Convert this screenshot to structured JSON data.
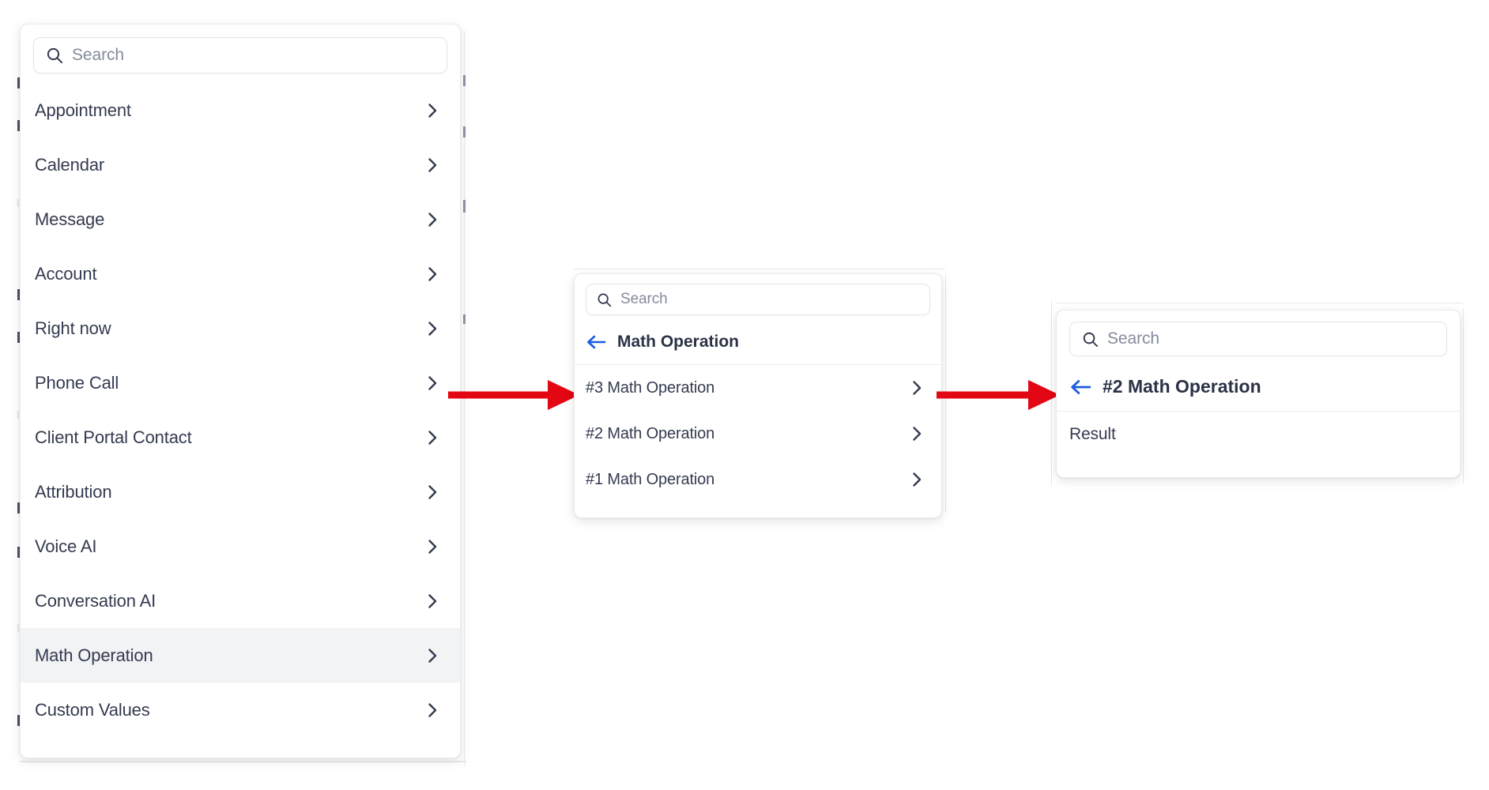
{
  "colors": {
    "accent_blue": "#1b5ce0",
    "arrow_red": "#e30613",
    "text_primary": "#343b50",
    "text_placeholder": "#848b9b",
    "panel_border": "#e9eaec",
    "row_selected_bg": "#f2f3f5"
  },
  "panel_menu": {
    "search": {
      "placeholder": "Search",
      "value": "",
      "icon": "search-icon"
    },
    "items": [
      {
        "label": "Appointment",
        "chevron": "chevron-right-icon",
        "selected": false
      },
      {
        "label": "Calendar",
        "chevron": "chevron-right-icon",
        "selected": false
      },
      {
        "label": "Message",
        "chevron": "chevron-right-icon",
        "selected": false
      },
      {
        "label": "Account",
        "chevron": "chevron-right-icon",
        "selected": false
      },
      {
        "label": "Right now",
        "chevron": "chevron-right-icon",
        "selected": false
      },
      {
        "label": "Phone Call",
        "chevron": "chevron-right-icon",
        "selected": false
      },
      {
        "label": "Client Portal Contact",
        "chevron": "chevron-right-icon",
        "selected": false
      },
      {
        "label": "Attribution",
        "chevron": "chevron-right-icon",
        "selected": false
      },
      {
        "label": "Voice AI",
        "chevron": "chevron-right-icon",
        "selected": false
      },
      {
        "label": "Conversation AI",
        "chevron": "chevron-right-icon",
        "selected": false
      },
      {
        "label": "Math Operation",
        "chevron": "chevron-right-icon",
        "selected": true
      },
      {
        "label": "Custom Values",
        "chevron": "chevron-right-icon",
        "selected": false
      }
    ]
  },
  "panel_math": {
    "search": {
      "placeholder": "Search",
      "value": "",
      "icon": "search-icon"
    },
    "back_header": {
      "label": "Math Operation",
      "icon": "arrow-left-icon"
    },
    "items": [
      {
        "label": "#3 Math Operation",
        "chevron": "chevron-right-icon"
      },
      {
        "label": "#2 Math Operation",
        "chevron": "chevron-right-icon"
      },
      {
        "label": "#1 Math Operation",
        "chevron": "chevron-right-icon"
      }
    ]
  },
  "panel_op2": {
    "search": {
      "placeholder": "Search",
      "value": "",
      "icon": "search-icon"
    },
    "back_header": {
      "label": "#2 Math Operation",
      "icon": "arrow-left-icon"
    },
    "items": [
      {
        "label": "Result",
        "chevron": ""
      }
    ]
  },
  "annotations": {
    "arrow_1": {
      "name": "flow-arrow-menu-to-math"
    },
    "arrow_2": {
      "name": "flow-arrow-math-to-op2"
    }
  }
}
